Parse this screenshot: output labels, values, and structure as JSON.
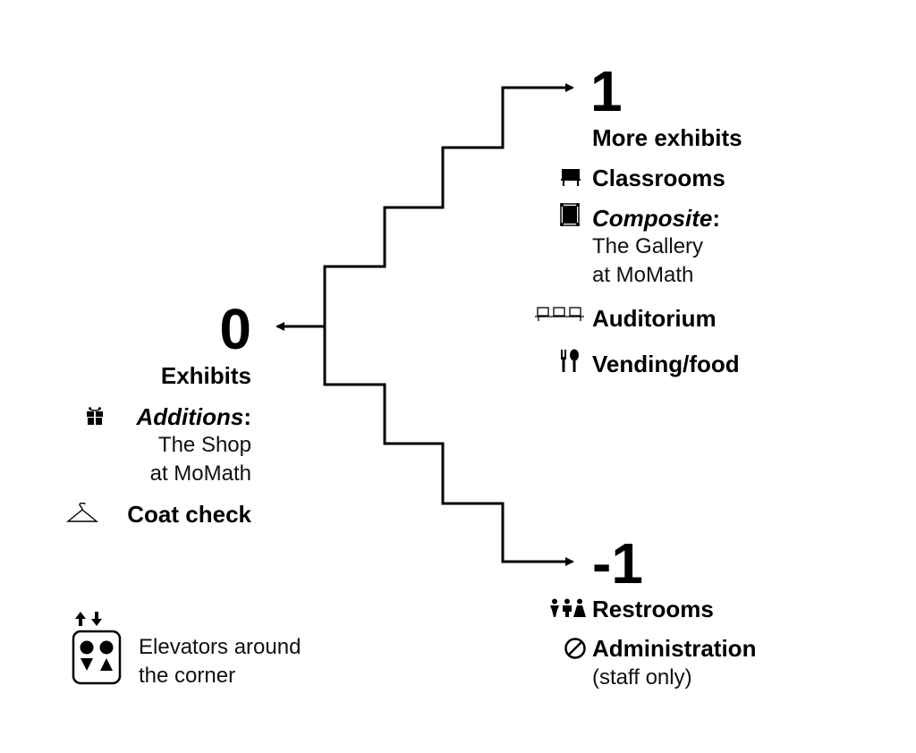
{
  "floor_1": {
    "number": "1",
    "title": "More exhibits",
    "items": [
      {
        "icon": "classroom-icon",
        "label": "Classrooms"
      },
      {
        "icon": "gallery-frame-icon",
        "label_italic": "Composite",
        "label_suffix": ":",
        "sublines": [
          "The Gallery",
          "at MoMath"
        ]
      },
      {
        "icon": "auditorium-seats-icon",
        "label": "Auditorium"
      },
      {
        "icon": "fork-spoon-icon",
        "label": "Vending/food"
      }
    ]
  },
  "floor_0": {
    "number": "0",
    "title": "Exhibits",
    "items": [
      {
        "icon": "gift-icon",
        "label_italic": "Additions",
        "label_suffix": ":",
        "sublines": [
          "The Shop",
          "at MoMath"
        ]
      },
      {
        "icon": "coat-hanger-icon",
        "label": "Coat check"
      }
    ]
  },
  "floor_minus_1": {
    "number": "-1",
    "items": [
      {
        "icon": "restroom-people-icon",
        "label": "Restrooms"
      },
      {
        "icon": "no-entry-icon",
        "label": "Administration",
        "sublines": [
          "(staff only)"
        ]
      }
    ]
  },
  "elevator_note": {
    "icon": "elevator-icon",
    "lines": [
      "Elevators around",
      "the corner"
    ]
  }
}
